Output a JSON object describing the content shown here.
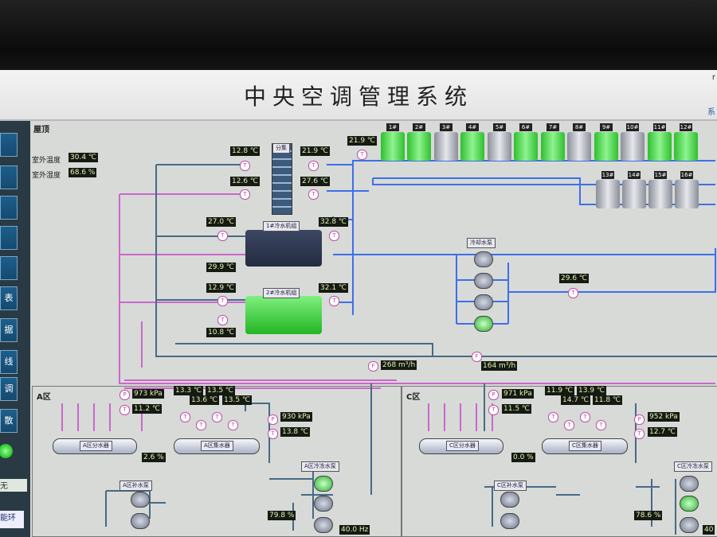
{
  "window": {
    "title": "中央空调管理系统",
    "title_right_top": "r",
    "title_right_bottom": "系"
  },
  "sidebar": {
    "items": [
      "",
      "",
      "",
      "",
      "",
      "表",
      "据",
      "线",
      "调",
      "散"
    ],
    "status_label": "无",
    "logo": "能环"
  },
  "roof": {
    "label": "屋顶",
    "outdoor_temp_label": "室外温度",
    "outdoor_temp_value": "30.4 ℃",
    "outdoor_humidity_label": "室外湿度",
    "outdoor_humidity_value": "68.6 %"
  },
  "header_unit": {
    "label": "分集"
  },
  "temps": {
    "t_top_left_1": "12.8 ℃",
    "t_top_right_1": "21.9 ℃",
    "t_top_left_2": "12.6 ℃",
    "t_top_right_2": "27.6 ℃",
    "tower_supply": "21.9 ℃",
    "chiller1_left": "27.0 ℃",
    "chiller1_right": "32.8 ℃",
    "chiller1_bottom": "29.9 ℃",
    "chiller2_left": "12.9 ℃",
    "chiller2_right": "32.1 ℃",
    "chiller2_bottom": "10.8 ℃",
    "cooling_return": "29.6 ℃"
  },
  "chillers": [
    {
      "name": "1#冷水机组",
      "running": false
    },
    {
      "name": "2#冷水机组",
      "running": true
    }
  ],
  "towers": [
    {
      "tag": "1#",
      "on": true
    },
    {
      "tag": "2#",
      "on": true
    },
    {
      "tag": "3#",
      "on": false
    },
    {
      "tag": "4#",
      "on": true
    },
    {
      "tag": "5#",
      "on": false
    },
    {
      "tag": "6#",
      "on": true
    },
    {
      "tag": "7#",
      "on": true
    },
    {
      "tag": "8#",
      "on": false
    },
    {
      "tag": "9#",
      "on": true
    },
    {
      "tag": "10#",
      "on": false
    },
    {
      "tag": "11#",
      "on": true
    },
    {
      "tag": "12#",
      "on": true
    },
    {
      "tag": "13#",
      "on": false
    },
    {
      "tag": "14#",
      "on": false
    },
    {
      "tag": "15#",
      "on": false
    },
    {
      "tag": "16#",
      "on": false
    }
  ],
  "cooling_pump_group": {
    "label": "冷却水泵"
  },
  "flows": {
    "flow_a": "268 m³/h",
    "flow_b": "164 m³/h"
  },
  "zone_a": {
    "label": "A区",
    "pressure_supply": "973 kPa",
    "temp_supply": "11.2 ℃",
    "small_temps": [
      "13.3 ℃",
      "13.6 ℃",
      "13.5 ℃",
      "13.5 ℃"
    ],
    "pressure_return": "930 kPa",
    "temp_return": "13.8 ℃",
    "distributor": "A区分水器",
    "collector": "A区集水器",
    "valve_percent": "2.6 %",
    "supply_pump_label": "A区补水泵",
    "circ_pump_label": "A区冷冻水泵",
    "circ_valve_percent": "79.8 %",
    "frequency": "40.0 Hz"
  },
  "zone_c": {
    "label": "C区",
    "pressure_supply": "971 kPa",
    "temp_supply": "11.5 ℃",
    "small_temps": [
      "11.9 ℃",
      "14.7 ℃",
      "13.9 ℃",
      "11.8 ℃"
    ],
    "pressure_return": "952 kPa",
    "temp_return": "12.7 ℃",
    "distributor": "C区分水器",
    "collector": "C区集水器",
    "valve_percent": "0.0 %",
    "supply_pump_label": "C区补水泵",
    "circ_pump_label": "C区冷冻水泵",
    "circ_valve_percent": "78.6 %",
    "frequency": "40"
  },
  "colors": {
    "chilled_pipe": "#cc66cc",
    "cooling_pipe": "#3d6fe8",
    "return_pipe": "#476a86",
    "running": "#3cd23c"
  }
}
